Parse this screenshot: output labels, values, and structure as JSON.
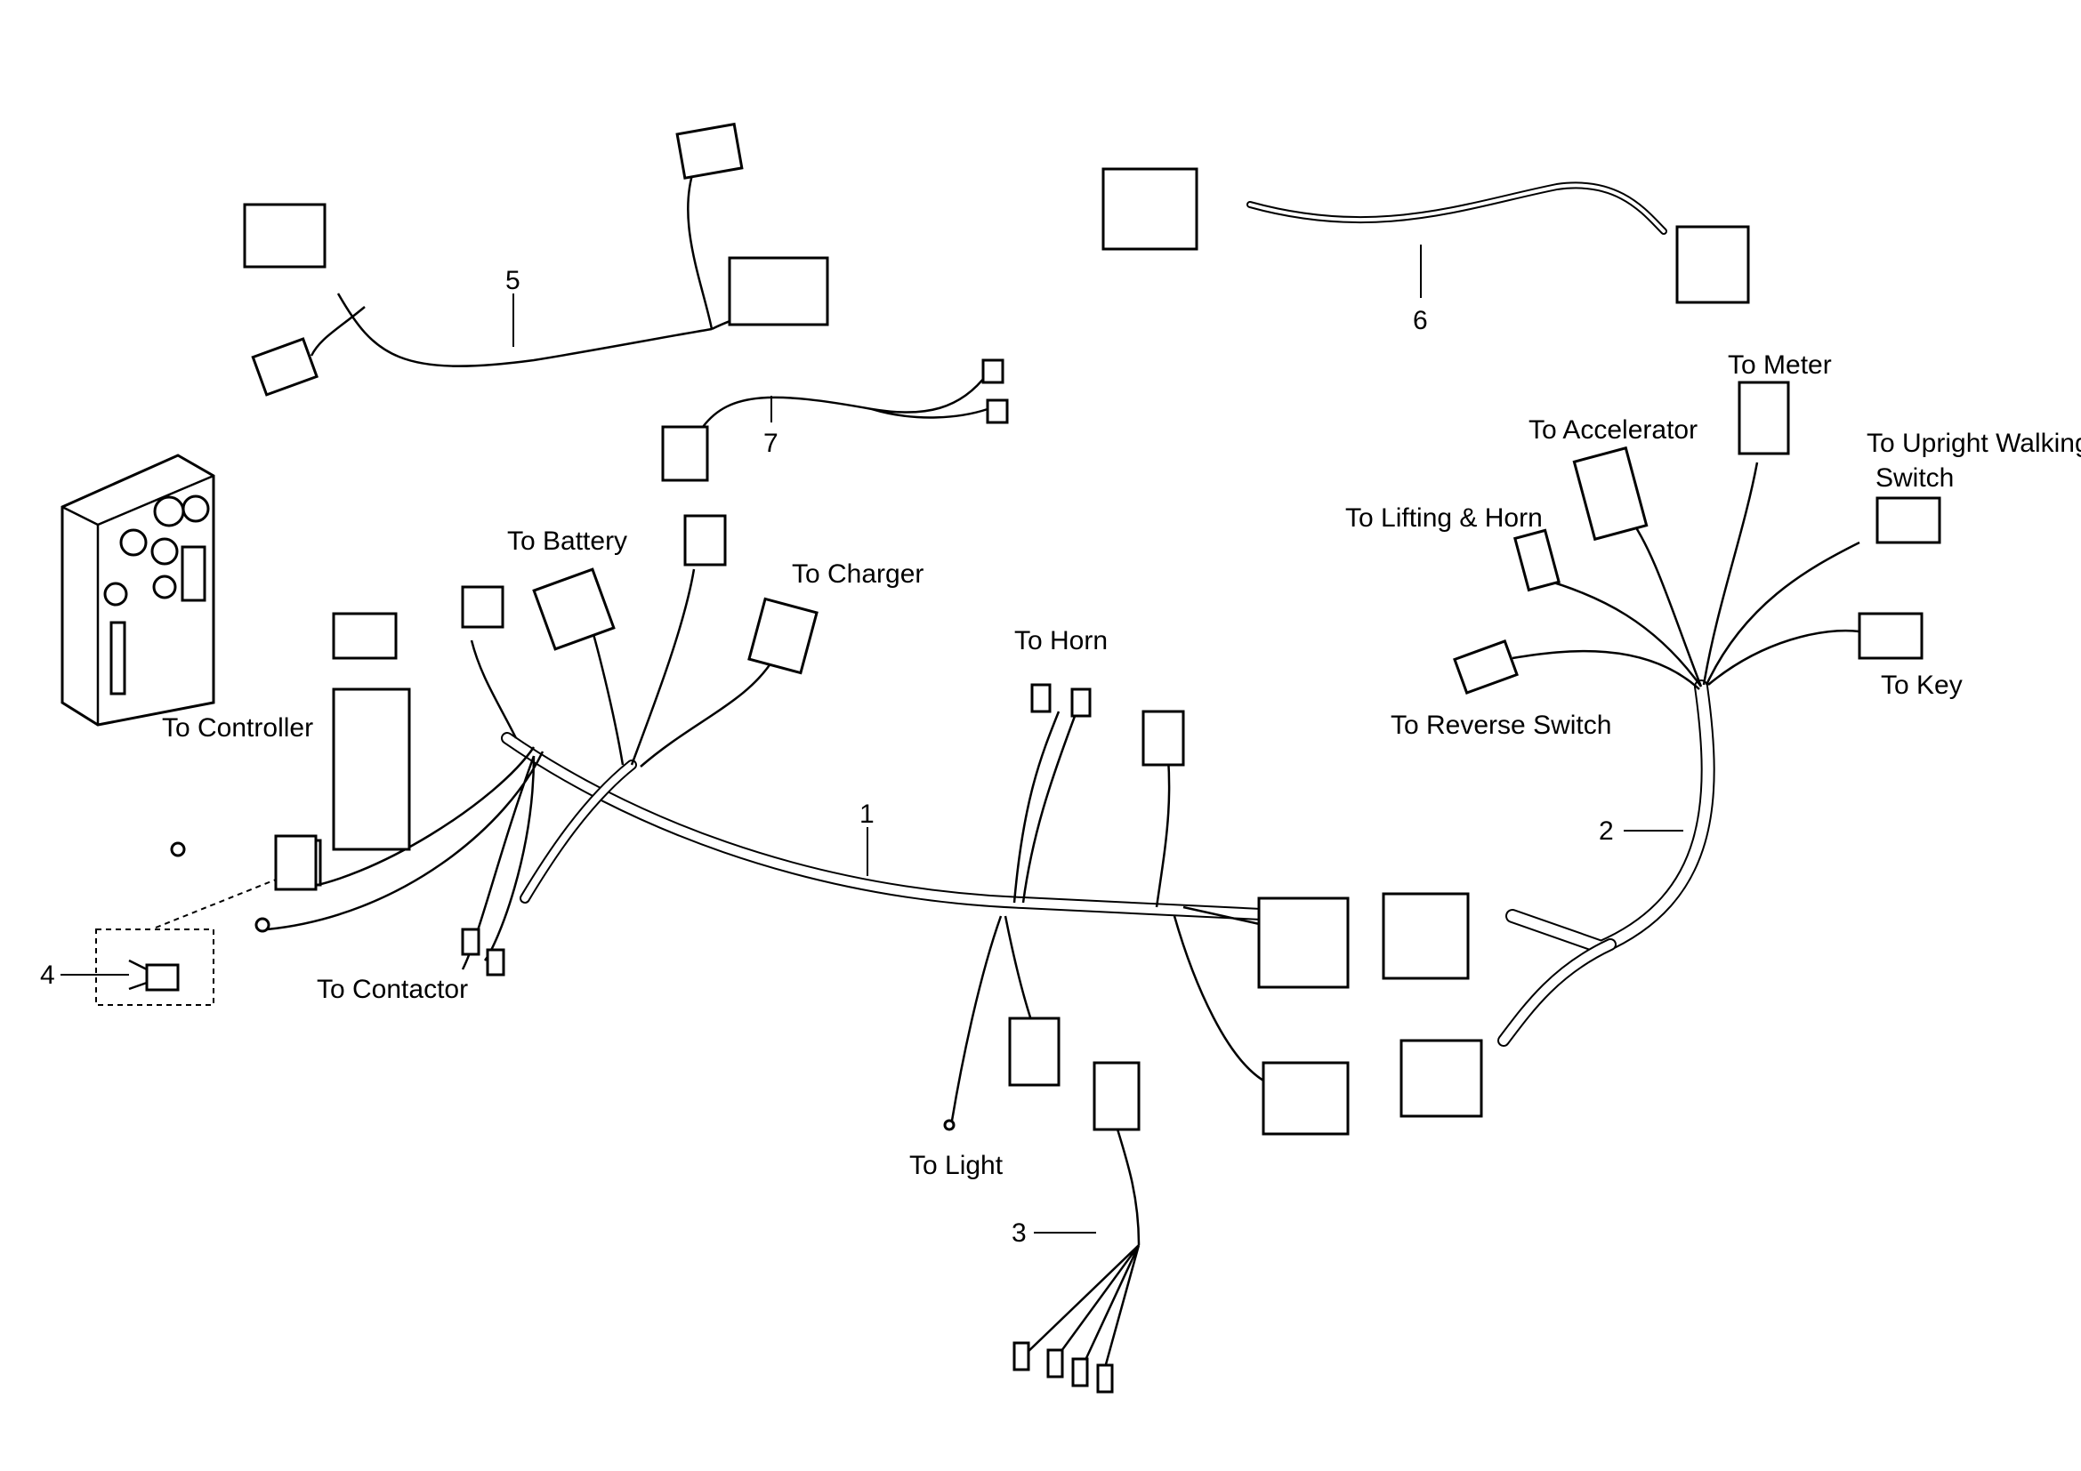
{
  "labels": {
    "to_battery": "To Battery",
    "to_charger": "To  Charger",
    "to_horn": "To  Horn",
    "to_controller": "To  Controller",
    "to_contactor": "To  Contactor",
    "to_light": "To Light",
    "to_lifting_horn": "To Lifting & Horn",
    "to_accelerator": "To Accelerator",
    "to_meter": "To Meter",
    "to_upright_walking": "To Upright Walking",
    "to_upright_switch": "Switch",
    "to_key": "To Key",
    "to_reverse_switch": "To Reverse Switch"
  },
  "callouts": {
    "n1": "1",
    "n2": "2",
    "n3": "3",
    "n4": "4",
    "n5": "5",
    "n6": "6",
    "n7": "7"
  }
}
